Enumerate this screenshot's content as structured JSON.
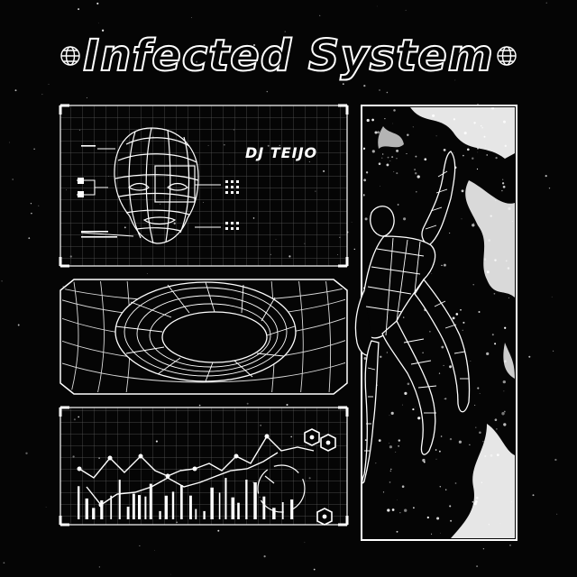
{
  "cover": {
    "title": "Infected System",
    "artist": "DJ TEIJO"
  },
  "colors": {
    "background": "#050505",
    "line": "#ffffff"
  },
  "icons": [
    "globe-icon-left",
    "globe-icon-right",
    "hex-nut-icon",
    "wireframe-head",
    "wireframe-torus",
    "wireframe-figure",
    "waveform-graph"
  ]
}
